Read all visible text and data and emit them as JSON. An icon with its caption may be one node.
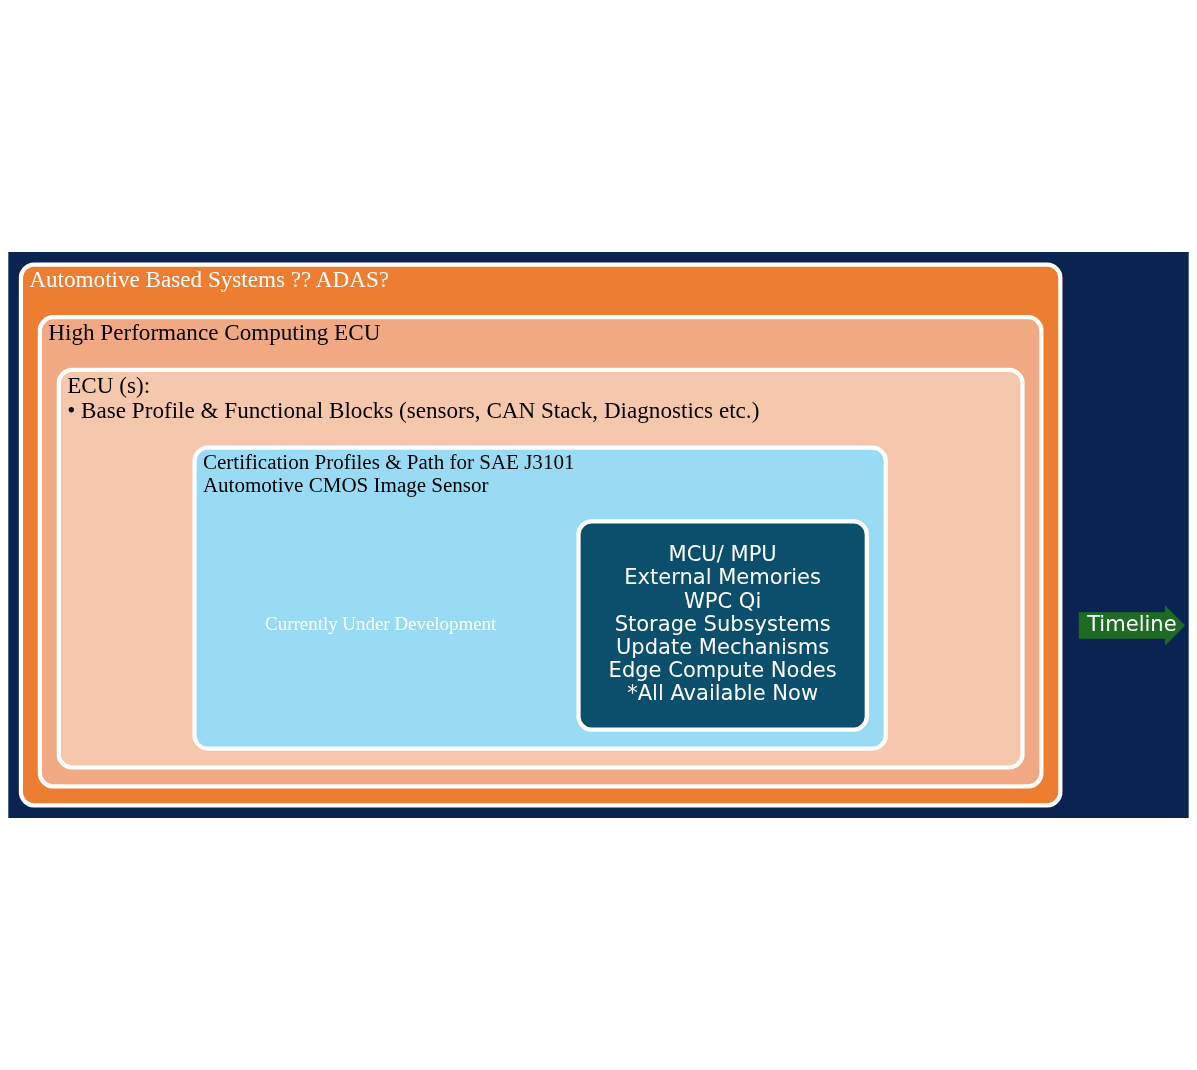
{
  "diagram": {
    "nodes": [
      {
        "text": [
          "Automotive Based Systems ?? ADAS?"
        ]
      },
      {
        "text": [
          "High Performance Computing ECU"
        ],
        "in": 0
      },
      {
        "text": [
          "ECU (s):",
          "• Base Profile & Functional Blocks (sensors, CAN Stack, Diagnostics etc.)"
        ],
        "in": 1
      },
      {
        "text": [
          "Certification Profiles & Path for SAE J3101",
          "Automotive CMOS Image Sensor"
        ],
        "in": 2,
        "beside": [
          "Currently Under Development"
        ]
      },
      {
        "text": [
          "MCU/ MPU",
          "External Memories",
          "WPC Qi",
          "Storage Subsystems",
          "Update Mechanisms",
          "Edge Compute Nodes",
          "*All Available Now"
        ],
        "in": 3
      }
    ],
    "edges": [],
    "labels": [
      "Timeline"
    ]
  }
}
